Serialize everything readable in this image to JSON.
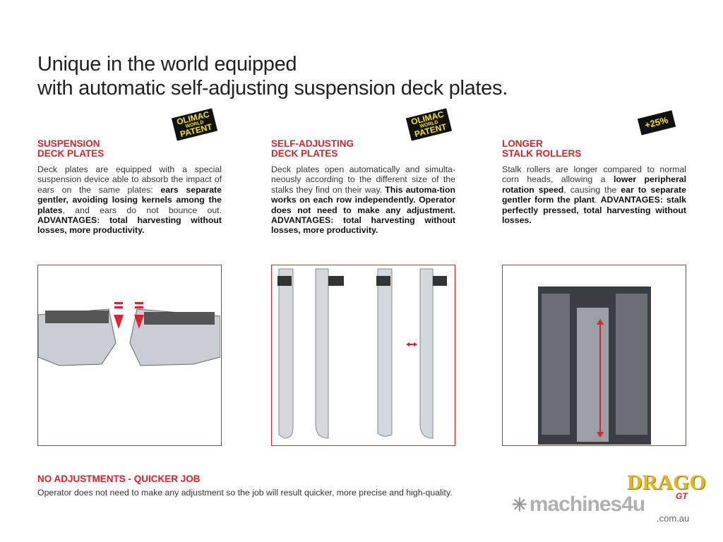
{
  "title": [
    "Unique in the world equipped",
    "with automatic self-adjusting suspension deck plates."
  ],
  "columns": [
    {
      "badge": [
        "OLIMAC",
        "WORLD",
        "PATENT"
      ],
      "heading": [
        "SUSPENSION",
        "DECK PLATES"
      ],
      "body": [
        {
          "t": "Deck plates are equipped with a special suspension device able to absorb the impact of ears on the same plates: ",
          "b": false
        },
        {
          "t": "ears separate gentler, avoiding losing kernels among the plates",
          "b": true
        },
        {
          "t": ", and ears do not bounce out. ",
          "b": false
        },
        {
          "t": "ADVANTAGES: total harvesting without losses, more productivity.",
          "b": true
        }
      ]
    },
    {
      "badge": [
        "OLIMAC",
        "WORLD",
        "PATENT"
      ],
      "heading": [
        "SELF-ADJUSTING",
        "DECK PLATES"
      ],
      "body": [
        {
          "t": "Deck plates open automatically and simulta-neously according to the different size of the stalks they find on their way. ",
          "b": false
        },
        {
          "t": "This automa-tion works on each row independently. Operator does not need to make any adjustment.",
          "b": true
        },
        {
          "t": " ADVANTAGES: total harvesting without losses, more productivity.",
          "b": true
        }
      ]
    },
    {
      "badge": [
        "+25%"
      ],
      "heading": [
        "LONGER",
        "STALK ROLLERS"
      ],
      "body": [
        {
          "t": "Stalk rollers are longer compared to normal corn heads, allowing a ",
          "b": false
        },
        {
          "t": "lower peripheral rotation speed",
          "b": true
        },
        {
          "t": ", causing the ",
          "b": false
        },
        {
          "t": "ear to separate gentler form the plant",
          "b": true
        },
        {
          "t": ". ",
          "b": false
        },
        {
          "t": "ADVANTAGES: stalk perfectly pressed, total harvesting without losses.",
          "b": true
        }
      ]
    }
  ],
  "footer": {
    "heading": "NO ADJUSTMENTS - QUICKER JOB",
    "text": "Operator does not need to make any adjustment so the job will result quicker, more precise and high-quality."
  },
  "logos": {
    "drago": "DRAGO",
    "gt": "GT",
    "machines4u": "machines4u",
    "domain": ".com.au"
  },
  "colors": {
    "accent": "#d9232e",
    "badge_text": "#f2e600"
  }
}
